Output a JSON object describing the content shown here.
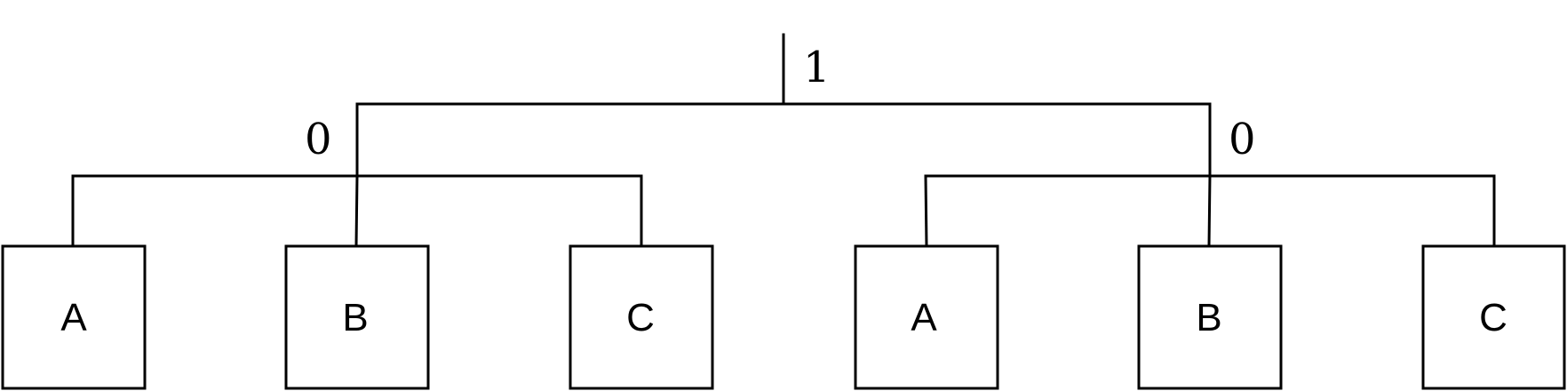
{
  "tree": {
    "root": {
      "weight": "1",
      "children": [
        {
          "weight": "0",
          "leaves": [
            "A",
            "B",
            "C"
          ]
        },
        {
          "weight": "0",
          "leaves": [
            "A",
            "B",
            "C"
          ]
        }
      ]
    }
  },
  "colors": {
    "stroke": "#000000",
    "background": "#ffffff"
  }
}
